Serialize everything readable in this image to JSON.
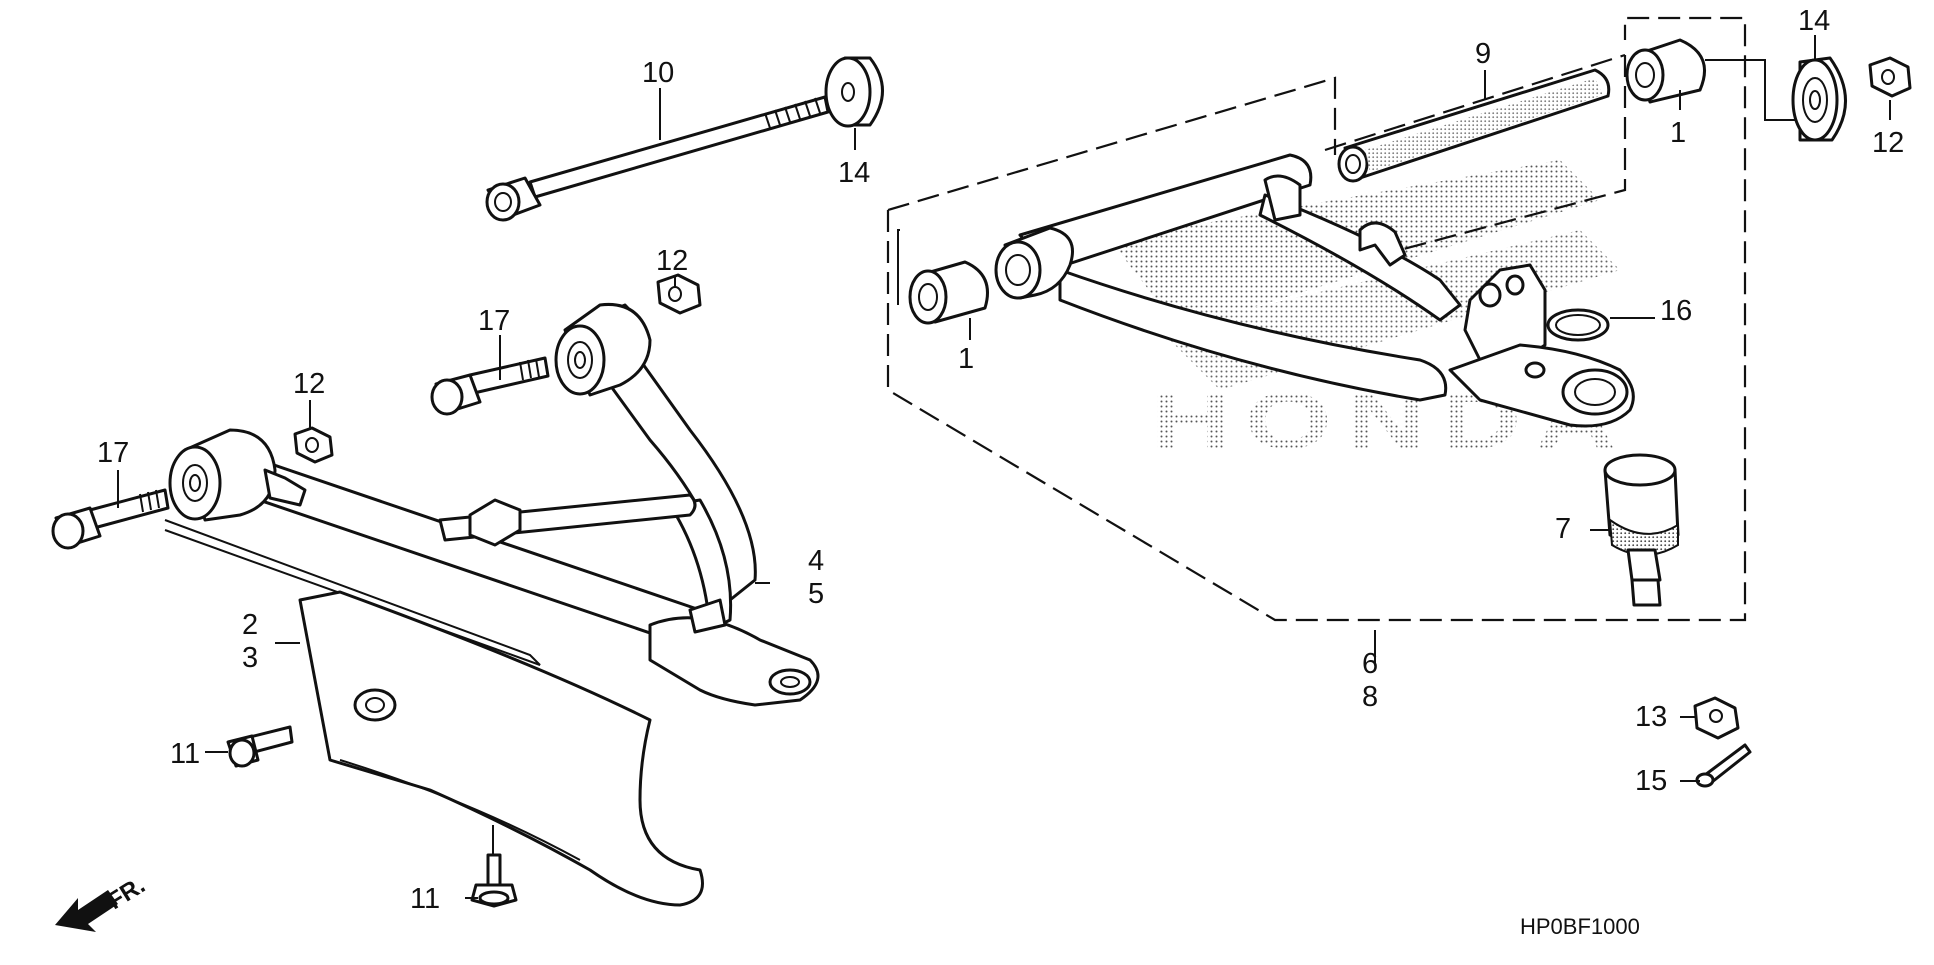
{
  "diagram": {
    "catalog_code": "HP0BF1000",
    "direction_marker": "FR.",
    "watermark": "HONDA",
    "callouts": {
      "c1a": "1",
      "c1b": "1",
      "c2": "2",
      "c3": "3",
      "c4": "4",
      "c5": "5",
      "c6": "6",
      "c8": "8",
      "c7": "7",
      "c9": "9",
      "c10": "10",
      "c11a": "11",
      "c11b": "11",
      "c12a": "12",
      "c12b": "12",
      "c12c": "12",
      "c13": "13",
      "c14a": "14",
      "c14b": "14",
      "c15": "15",
      "c16": "16",
      "c17a": "17",
      "c17b": "17"
    }
  }
}
